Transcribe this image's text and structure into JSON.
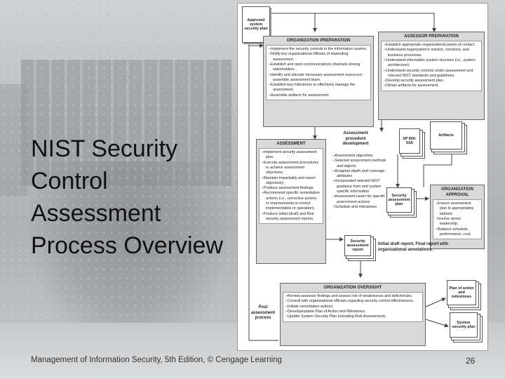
{
  "slide": {
    "title": "NIST Security Control Assessment Process Overview",
    "footer": "Management of Information Security, 5th Edition, © Cengage Learning",
    "page_number": "26"
  },
  "diagram": {
    "approved_plan": "Approved system security plan",
    "org_prep": {
      "title": "ORGANIZATION PREPARATION",
      "items": [
        "Implement the security controls in the information system.",
        "Notify key organizational officials of impending assessment.",
        "Establish and open communications channels among stakeholders.",
        "Identify and allocate necessary assessment resources; assemble assessment team.",
        "Establish key milestones to effectively manage the assessment.",
        "Assemble artifacts for assessment."
      ]
    },
    "assessor_prep": {
      "title": "ASSESSOR PREPARATION",
      "items": [
        "Establish appropriate organizational points of contact.",
        "Understand organization's mission, functions, and business processes.",
        "Understand information system structure (i.e., system architecture).",
        "Understand security controls under assessment and relevant NIST standards and guidelines.",
        "Develop security assessment plan.",
        "Obtain artifacts for assessment."
      ]
    },
    "sp_doc": "SP 800-53A",
    "artifacts": "Artifacts",
    "procedure_dev": {
      "title": "Assessment procedure development",
      "items": [
        "Assessment objectives",
        "Selected assessment methods and objects",
        "Assigned depth and coverage attributes",
        "Incorporated relevant NIST guidance from and system specific information",
        "Assessment cases for specific assessment actions",
        "Schedule and milestones"
      ]
    },
    "assessment": {
      "title": "ASSESSMENT",
      "items": [
        "Implement security assessment plan.",
        "Execute assessment procedures to achieve assessment objectives.",
        "Maintain impartiality and report objectively.",
        "Produce assessment findings.",
        "Recommend specific remediation actions (i.e., corrective actions or improvements in control implementation or operation).",
        "Produce initial (draft) and final security assessment reports."
      ]
    },
    "security_plan_doc": "Security assessment plan",
    "org_approval": {
      "title": "ORGANIZATION APPROVAL",
      "items": [
        "Ensure assessment plan is appropriately tailored.",
        "Involve senior leadership.",
        "Balance schedule, performance, cost."
      ]
    },
    "report_doc": "Security assessment report",
    "draft_note": "Initial draft report; Final report with organizational annotations.",
    "post_label": "Post assessment process",
    "org_oversight": {
      "title": "ORGANIZATION OVERSIGHT",
      "items": [
        "Review assessor findings and assess risk of weaknesses and deficiencies.",
        "Consult with organizational officials regarding security control effectiveness.",
        "Initiate remediation actions.",
        "Develop/update Plan of Action and Milestones.",
        "Update System Security Plan (including Risk Assessment)."
      ]
    },
    "poam_doc": "Plan of action and milestones",
    "ssp_doc": "System security plan"
  }
}
